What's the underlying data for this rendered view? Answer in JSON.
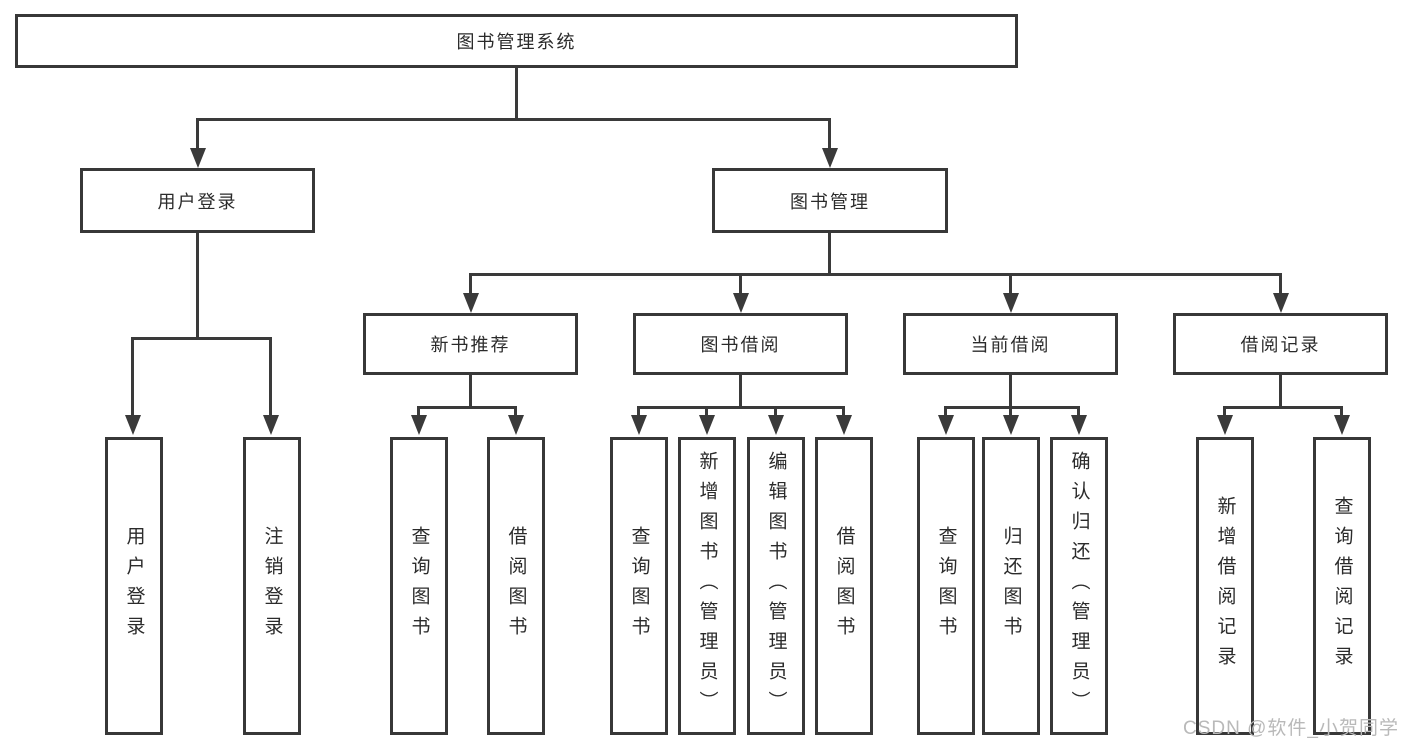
{
  "diagram": {
    "root": {
      "label": "图书管理系统"
    },
    "branches": [
      {
        "label": "用户登录",
        "children": [
          {
            "label": "用户登录"
          },
          {
            "label": "注销登录"
          }
        ]
      },
      {
        "label": "图书管理",
        "children": [
          {
            "label": "新书推荐",
            "children": [
              {
                "label": "查询图书"
              },
              {
                "label": "借阅图书"
              }
            ]
          },
          {
            "label": "图书借阅",
            "children": [
              {
                "label": "查询图书"
              },
              {
                "label": "新增图书（管理员）"
              },
              {
                "label": "编辑图书（管理员）"
              },
              {
                "label": "借阅图书"
              }
            ]
          },
          {
            "label": "当前借阅",
            "children": [
              {
                "label": "查询图书"
              },
              {
                "label": "归还图书"
              },
              {
                "label": "确认归还（管理员）"
              }
            ]
          },
          {
            "label": "借阅记录",
            "children": [
              {
                "label": "新增借阅记录"
              },
              {
                "label": "查询借阅记录"
              }
            ]
          }
        ]
      }
    ]
  },
  "watermark": {
    "text": "CSDN @软件_小贺同学"
  },
  "colors": {
    "line": "#3a3a3a",
    "box_border": "#383838",
    "box_fill": "#ffffff",
    "text": "#2b2b2b",
    "watermark": "#b9b9b9",
    "background": "#ffffff"
  }
}
